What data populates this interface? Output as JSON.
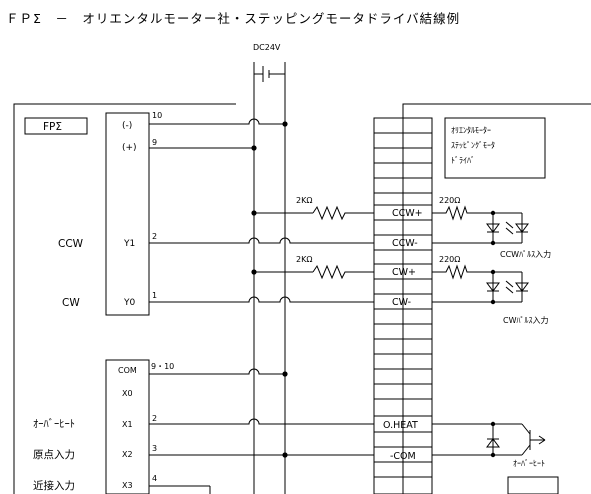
{
  "title": "ＦＰΣ　－　オリエンタルモーター社・ステッピングモータドライバ結線例",
  "power_label": "DC24V",
  "plc": {
    "label": "FPΣ",
    "terminals": [
      {
        "name": "(-)",
        "pin": "10"
      },
      {
        "name": "(+)",
        "pin": "9"
      },
      {
        "name": "Y1",
        "pin": "2"
      },
      {
        "name": "Y0",
        "pin": "1"
      }
    ],
    "input_terminals": [
      {
        "name": "COM",
        "pin": "9・10"
      },
      {
        "name": "X0",
        "pin": ""
      },
      {
        "name": "X1",
        "pin": "2"
      },
      {
        "name": "X2",
        "pin": "3"
      },
      {
        "name": "X3",
        "pin": "4"
      }
    ],
    "signal_labels": [
      "CCW",
      "CW",
      "ｵｰﾊﾞｰﾋｰﾄ",
      "原点入力",
      "近接入力"
    ]
  },
  "resistors": [
    "2KΩ",
    "2KΩ",
    "220Ω",
    "220Ω"
  ],
  "driver": {
    "title_lines": [
      "ｵﾘｴﾝﾀﾙﾓｰﾀｰ",
      "ｽﾃｯﾋﾟﾝｸﾞﾓｰﾀ",
      "ﾄﾞﾗｲﾊﾞ"
    ],
    "terminals": [
      "CCW+",
      "CCW-",
      "CW+",
      "CW-",
      "O.HEAT",
      "-COM"
    ],
    "inputs": [
      "CCWﾊﾟﾙｽ入力",
      "CWﾊﾟﾙｽ入力",
      "ｵｰﾊﾞｰﾋｰﾄ"
    ]
  }
}
